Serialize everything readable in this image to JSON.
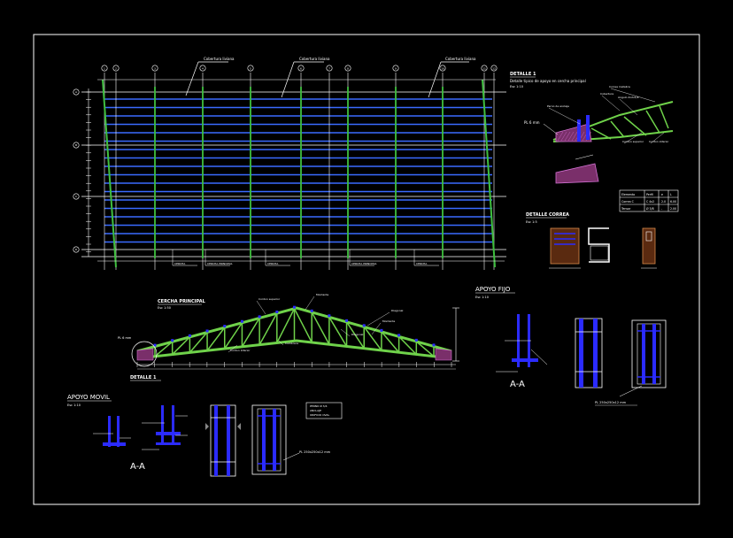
{
  "colors": {
    "background": "#000000",
    "frame": "#ffffff",
    "grid_line": "#ffffff",
    "purlin": "#3a6bff",
    "rafter": "#3fbf3f",
    "truss": "#6fd24a",
    "steel_plate": "#2b2bff",
    "callout": "#ffffff",
    "hatch": "#d070d0"
  },
  "roof_plan": {
    "axis_bubbles": [
      "1",
      "2",
      "3",
      "4",
      "5",
      "6",
      "7",
      "8",
      "9",
      "10",
      "11",
      "12"
    ],
    "row_bubbles": [
      "A",
      "B",
      "C",
      "D"
    ],
    "top_notes": [
      "Cobertura liviana",
      "Cobertura liviana",
      "Cobertura liviana"
    ],
    "bottom_notes": [
      "CERCHA",
      "CERCHA PRINCIPAL",
      "CERCHA",
      "CERCHA PRINCIPAL",
      "CERCHA"
    ]
  },
  "detalle_1": {
    "title": "DETALLE 1",
    "subtitle": "Detalle tipico de apoyo en cercha principal",
    "scale": "Esc 1:10",
    "plate_label": "PL 6 mm",
    "labels": [
      "Correa metalica",
      "Cobertura",
      "Perno de anclaje",
      "Angulo 2x2x1/4",
      "Cordon superior",
      "Cordon inferior"
    ]
  },
  "detalle_correa": {
    "title": "DETALLE CORREA",
    "scale": "Esc 1:5",
    "table_header": [
      "Elemento",
      "Perfil",
      "e",
      "L"
    ],
    "table_rows": [
      [
        "Correa C",
        "C 4x2",
        "2.0",
        "6.00"
      ],
      [
        "Tensor",
        "Ø 3/8",
        "-",
        "2.00"
      ]
    ]
  },
  "cercha_principal": {
    "title": "CERCHA PRINCIPAL",
    "scale": "Esc 1:50",
    "detail_ref": "DETALLE 1",
    "plate_label": "PL 6 mm",
    "labels": [
      "Cordon superior",
      "Montante",
      "Diagonal",
      "Cordon inferior",
      "Cumbrera",
      "Diagonal",
      "Montante"
    ]
  },
  "apoyo_fijo": {
    "title": "APOYO FIJO",
    "scale": "Esc 1:10",
    "section": "A-A",
    "plate_note": "PL 250x250x12 mm"
  },
  "apoyo_movil": {
    "title": "APOYO MOVIL",
    "scale": "Esc 1:10",
    "section": "A-A",
    "plate_note": "PL 250x250x12 mm",
    "legend": [
      "PERNO Ø 3/4",
      "ANCLAJE",
      "ORIFICIO OVAL"
    ]
  }
}
